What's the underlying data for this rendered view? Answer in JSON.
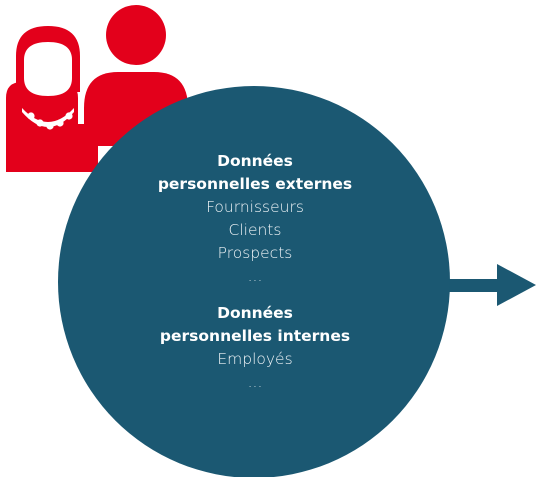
{
  "colors": {
    "circle": "#1b5872",
    "people": "#e3001b",
    "arrow": "#1b5872",
    "text": "#ffffff"
  },
  "icons": [
    "woman-icon",
    "man-icon",
    "arrow-right-icon"
  ],
  "external": {
    "heading_line1": "Données",
    "heading_line2": "personnelles externes",
    "items": [
      "Fournisseurs",
      "Clients",
      "Prospects",
      "..."
    ]
  },
  "internal": {
    "heading_line1": "Données",
    "heading_line2": "personnelles internes",
    "items": [
      "Employés",
      "..."
    ]
  }
}
